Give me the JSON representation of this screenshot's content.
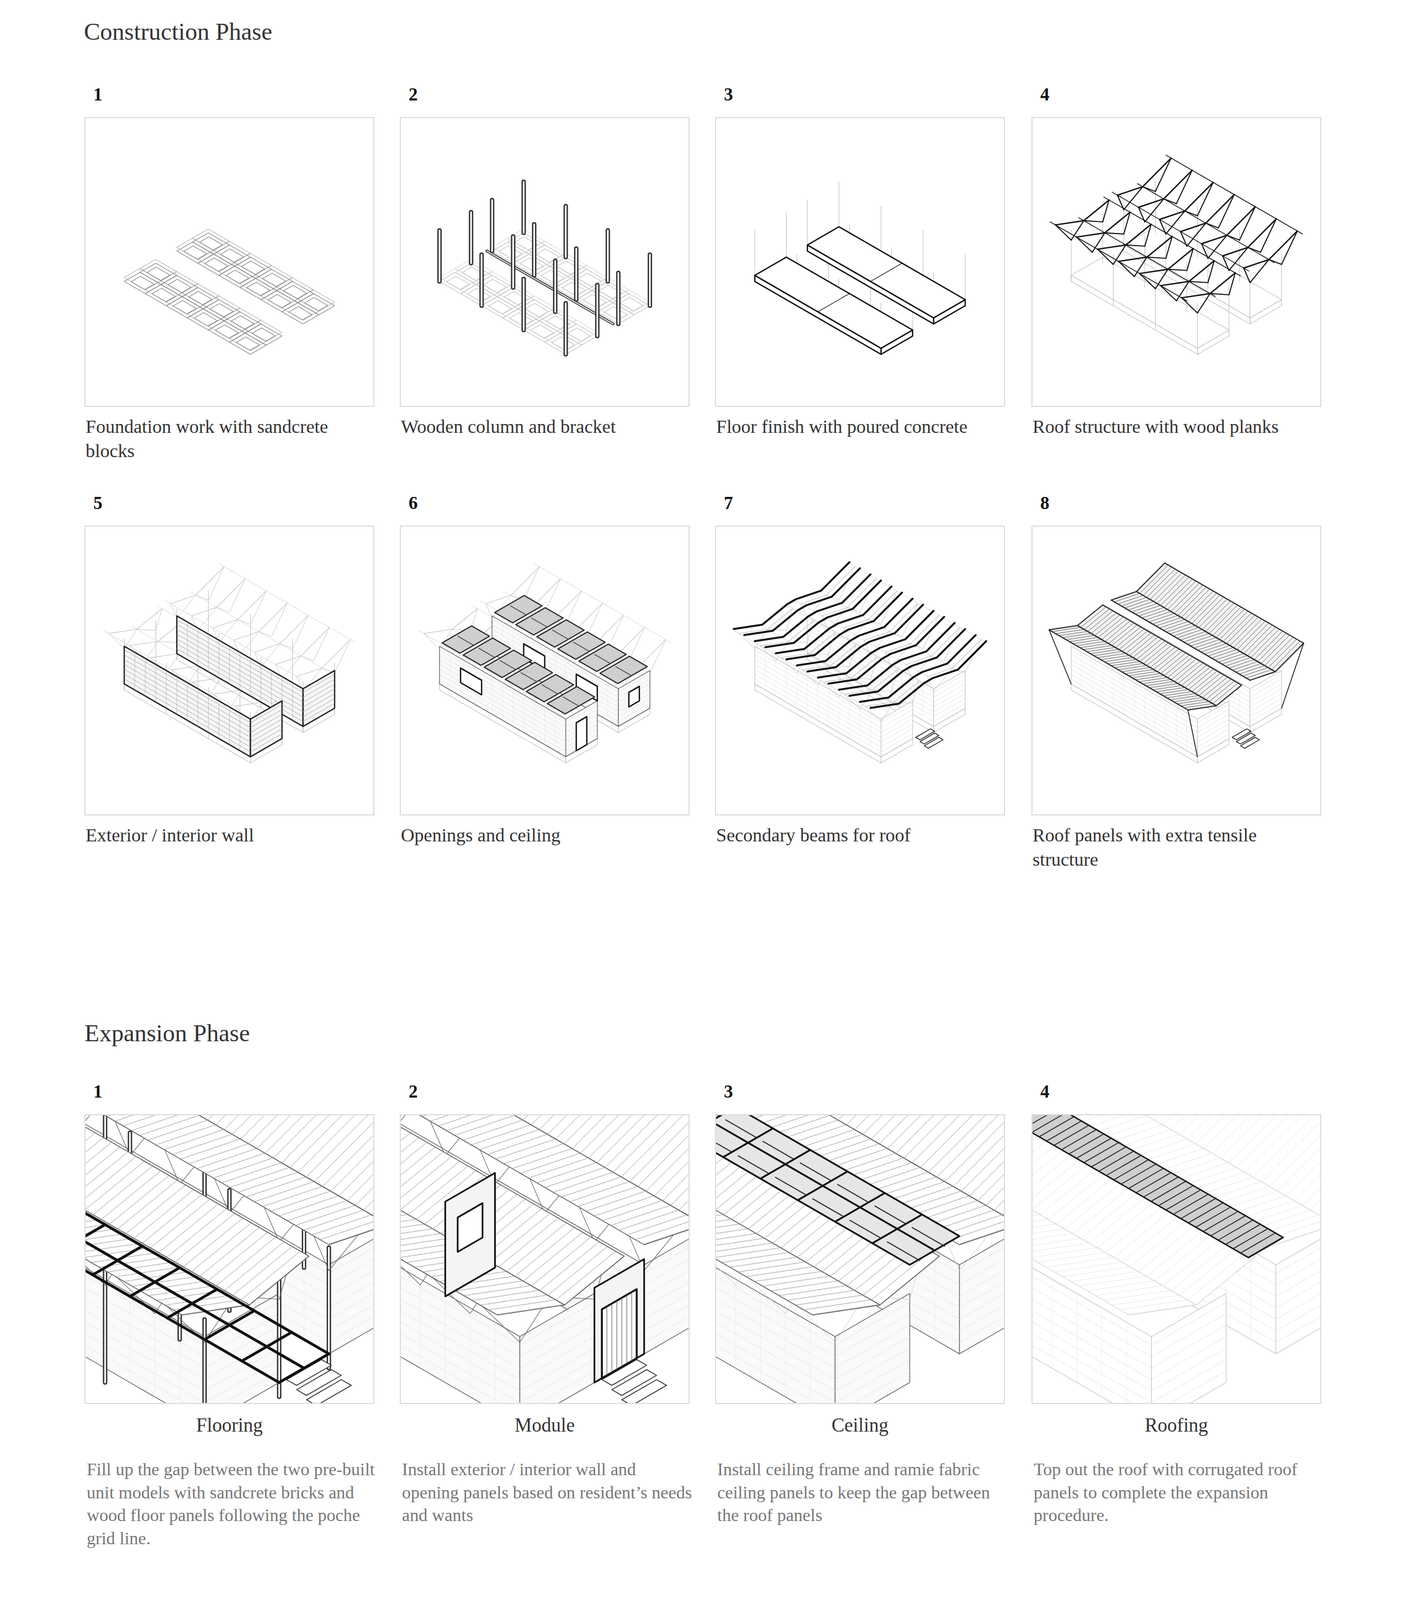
{
  "diagram": {
    "title": "Construction Phase",
    "nodes": [
      {
        "text": [
          "1",
          "Foundation work with sandcrete blocks"
        ]
      },
      {
        "text": [
          "2",
          "Wooden column and bracket"
        ]
      },
      {
        "text": [
          "3",
          "Floor finish with poured concrete"
        ]
      },
      {
        "text": [
          "4",
          "Roof structure with wood planks"
        ]
      },
      {
        "text": [
          "5",
          "Exterior / interior wall"
        ]
      },
      {
        "text": [
          "6",
          "Openings and ceiling"
        ]
      },
      {
        "text": [
          "7",
          "Secondary beams for roof"
        ]
      },
      {
        "text": [
          "8",
          "Roof panels with extra tensile structure"
        ]
      },
      {
        "text": [
          "1",
          "Flooring",
          "Fill up the gap between the two pre-built unit models with sandcrete bricks and wood floor panels following the poche grid line."
        ]
      },
      {
        "text": [
          "2",
          "Module",
          "Install exterior / interior wall and opening panels based on resident’s needs and wants"
        ]
      },
      {
        "text": [
          "3",
          "Ceiling",
          "Install ceiling frame and ramie fabric ceiling panels to keep the gap between the roof panels"
        ]
      },
      {
        "text": [
          "4",
          "Roofing",
          "Top out the roof with corrugated roof panels to complete the expansion procedure."
        ]
      }
    ],
    "labels": [
      "Expansion Phase"
    ]
  }
}
